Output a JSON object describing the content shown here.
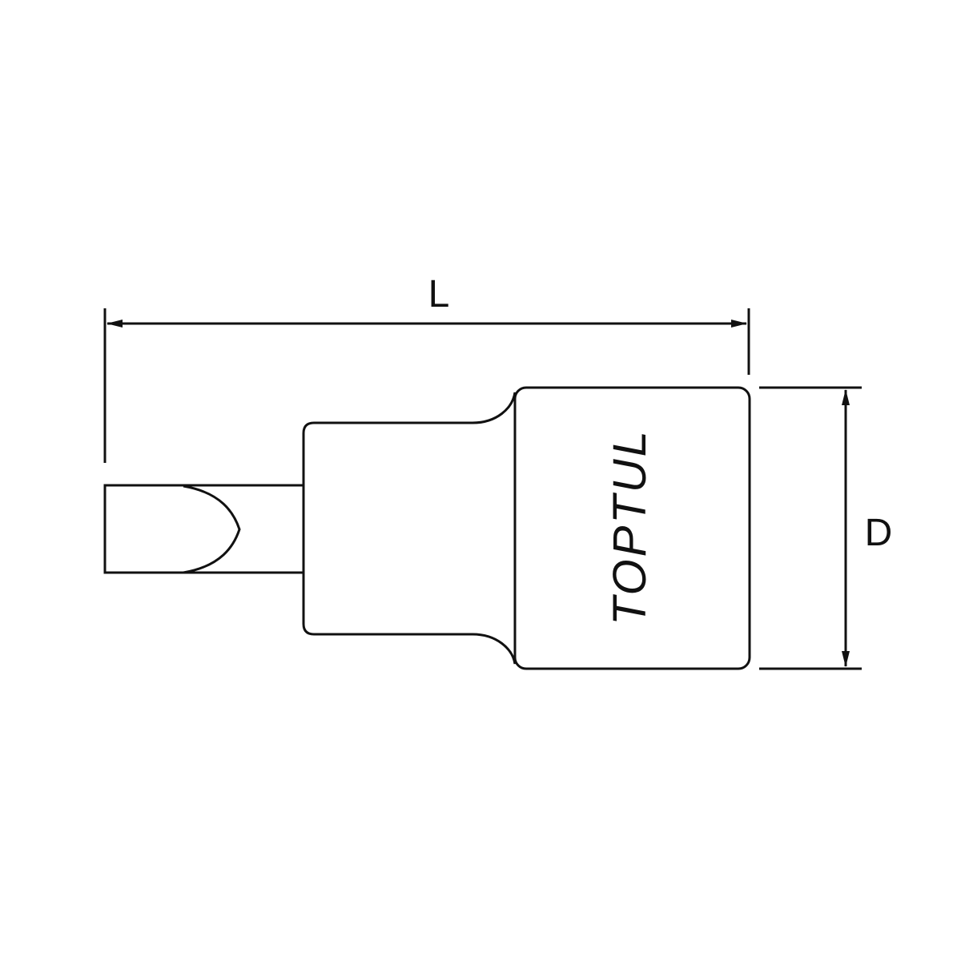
{
  "labels": {
    "length": "L",
    "diameter": "D"
  },
  "brand": {
    "name": "TOPTUL"
  },
  "colors": {
    "line": "#111111",
    "background": "#ffffff"
  }
}
